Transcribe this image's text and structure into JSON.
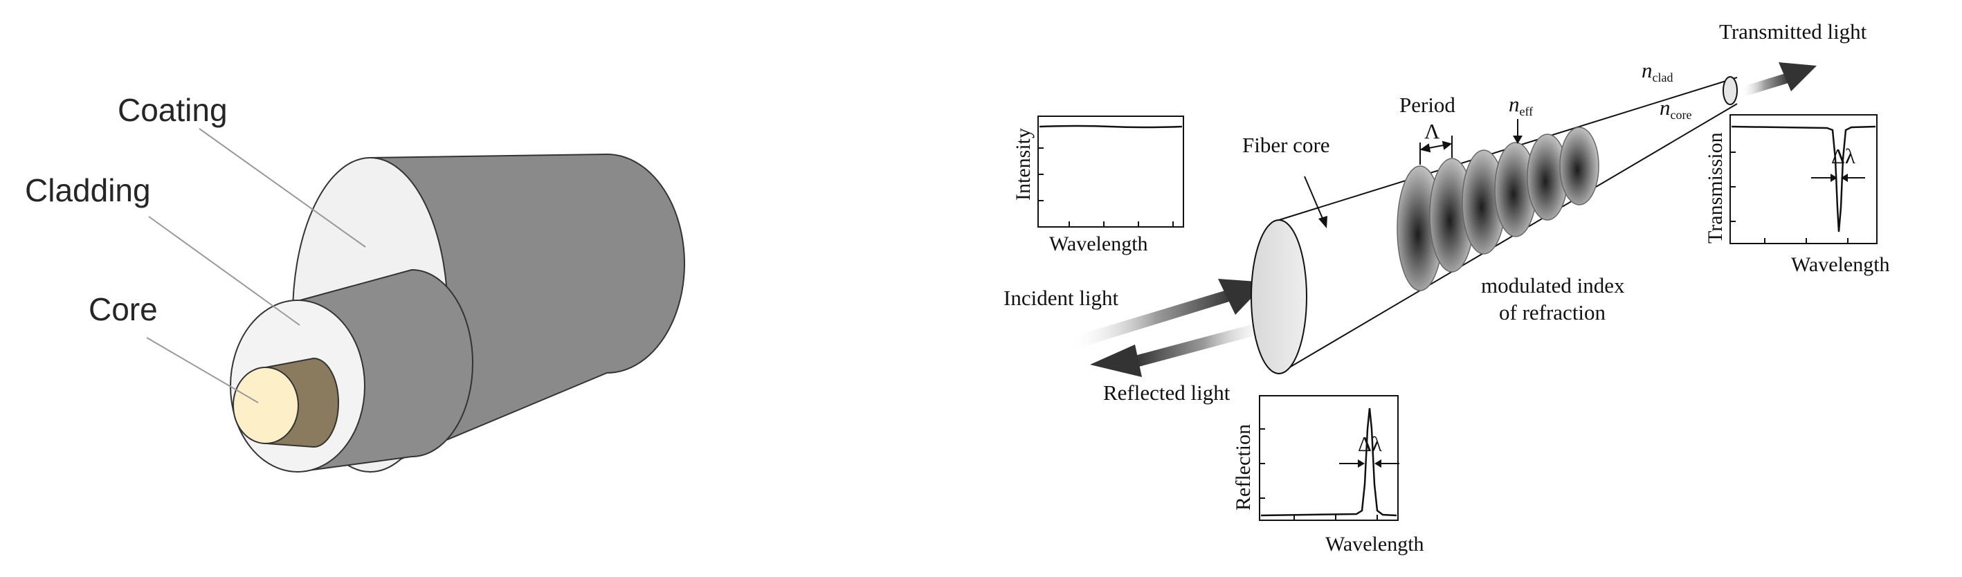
{
  "fiber_structure": {
    "labels": {
      "coating": "Coating",
      "cladding": "Cladding",
      "core": "Core"
    },
    "colors": {
      "coating_side": "#8a8a8a",
      "coating_face": "#f1f1f1",
      "cladding_side": "#8c8c8c",
      "cladding_face": "#f3f3f3",
      "core_side": "#8a7a5e",
      "core_face": "#fdf0c8"
    }
  },
  "fbg": {
    "labels": {
      "transmitted_light": "Transmitted light",
      "n_clad": "n",
      "n_clad_sub": "clad",
      "n_core": "n",
      "n_core_sub": "core",
      "period": "Period",
      "period_symbol": "Λ",
      "n_eff": "n",
      "n_eff_sub": "eff",
      "fiber_core": "Fiber core",
      "modulated_index_line1": "modulated index",
      "modulated_index_line2": "of refraction",
      "incident_light": "Incident light",
      "reflected_light": "Reflected light"
    },
    "plots": {
      "incident": {
        "ylabel": "Intensity",
        "xlabel": "Wavelength"
      },
      "transmission": {
        "ylabel": "Transmission",
        "xlabel": "Wavelength",
        "bandwidth": "Δλ"
      },
      "reflection": {
        "ylabel": "Reflection",
        "xlabel": "Wavelength",
        "bandwidth": "Δλ"
      }
    }
  }
}
